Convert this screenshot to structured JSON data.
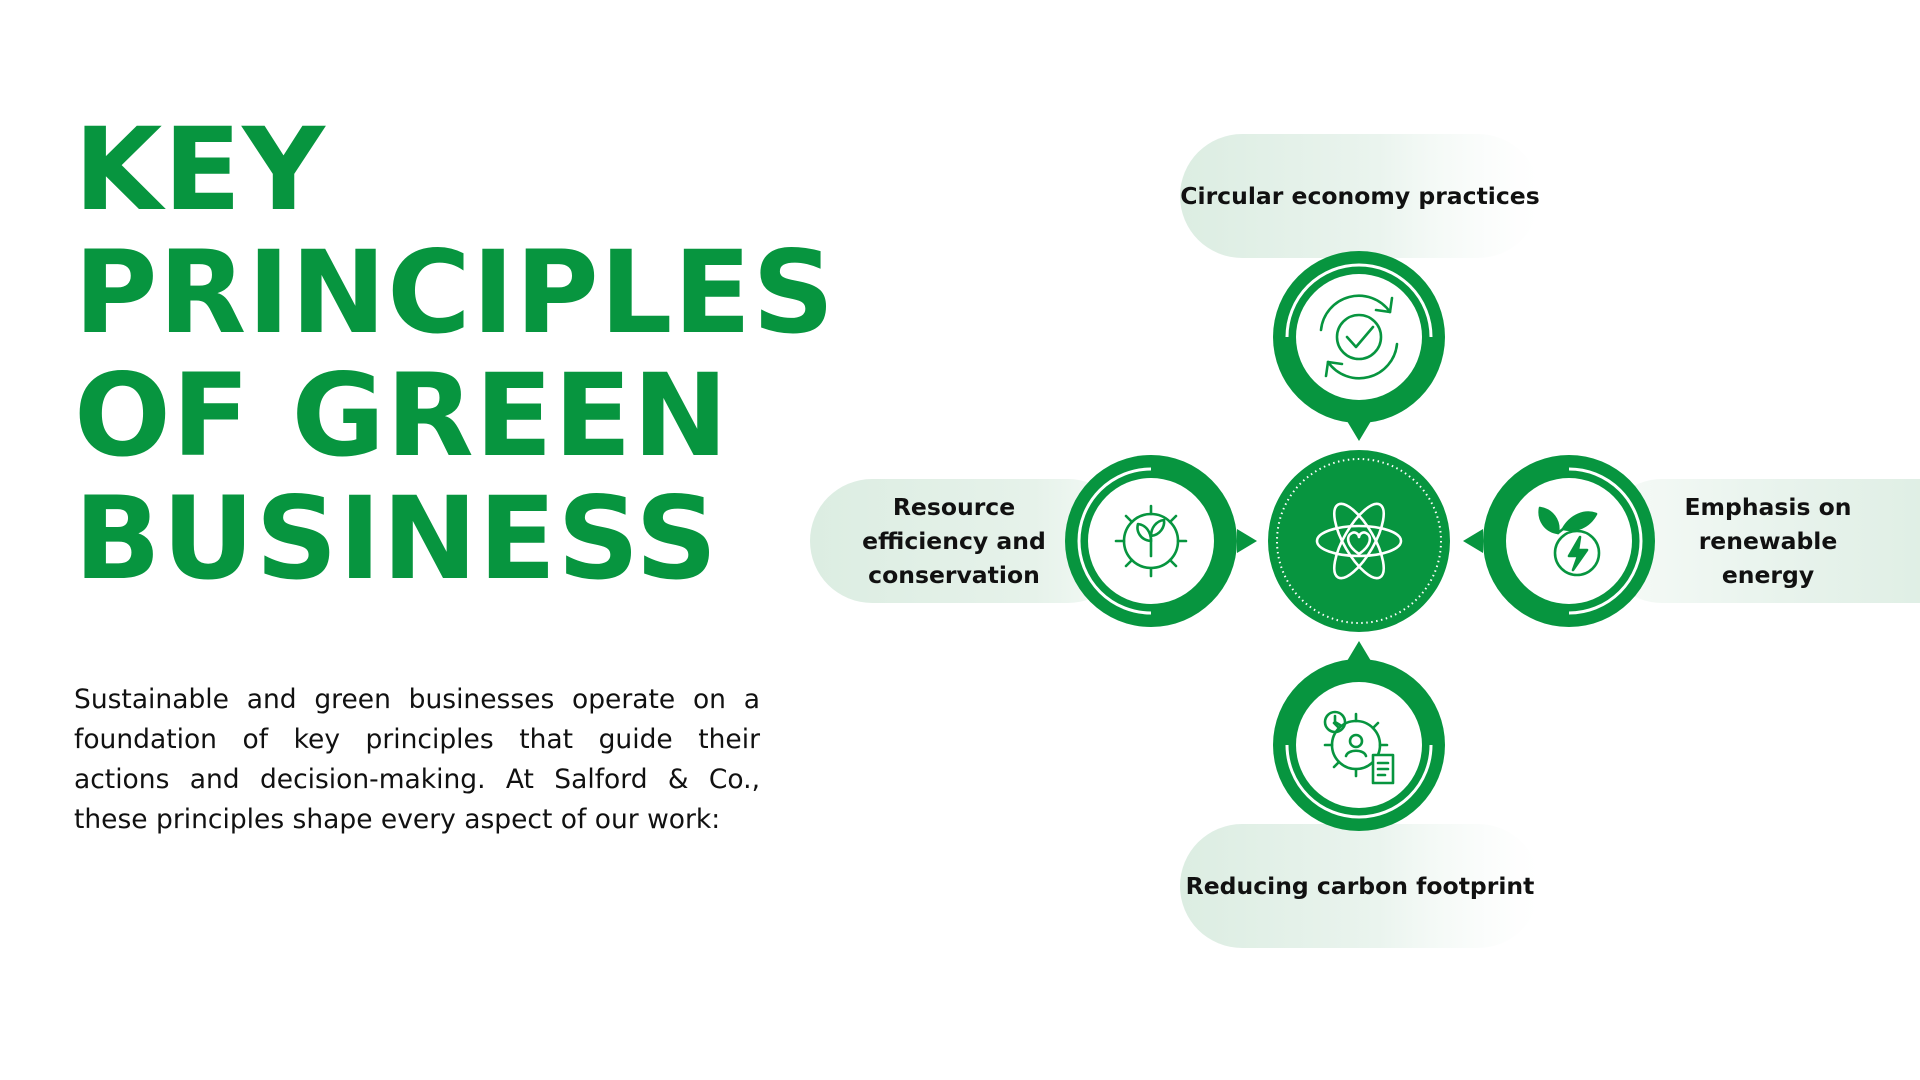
{
  "title_lines": [
    "KEY",
    "PRINCIPLES",
    "OF GREEN",
    "BUSINESS"
  ],
  "intro": "Sustainable and green businesses operate on a foundation of key principles that guide their actions and decision-making. At Salford & Co., these principles shape every aspect of our work:",
  "principles": {
    "top": {
      "label": "Circular economy practices",
      "icon": "recycle-check-icon"
    },
    "right": {
      "label": "Emphasis on renewable energy",
      "icon": "leaf-energy-icon"
    },
    "bottom": {
      "label": "Reducing carbon footprint",
      "icon": "person-gear-document-icon"
    },
    "left": {
      "label": "Resource efficiency and conservation",
      "icon": "gear-sprout-icon"
    }
  },
  "hub_icon": "atom-heart-icon",
  "colors": {
    "primary": "#07953f",
    "pill": "#e3f1e8",
    "text": "#111111",
    "background": "#ffffff"
  }
}
